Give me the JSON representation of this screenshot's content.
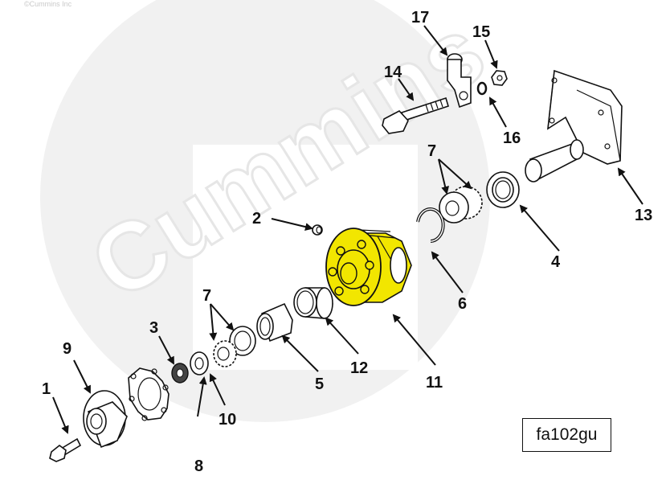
{
  "copyright": "©Cummins Inc",
  "watermark": "Cummins",
  "figure_ref": "fa102gu",
  "callouts": {
    "c1": "1",
    "c2": "2",
    "c3": "3",
    "c4": "4",
    "c5": "5",
    "c6": "6",
    "c7a": "7",
    "c7b": "7",
    "c8": "8",
    "c9": "9",
    "c10": "10",
    "c11": "11",
    "c12": "12",
    "c13": "13",
    "c14": "14",
    "c15": "15",
    "c16": "16",
    "c17": "17"
  },
  "colors": {
    "highlight": "#f2e600",
    "watermark": "#eeeeee"
  }
}
